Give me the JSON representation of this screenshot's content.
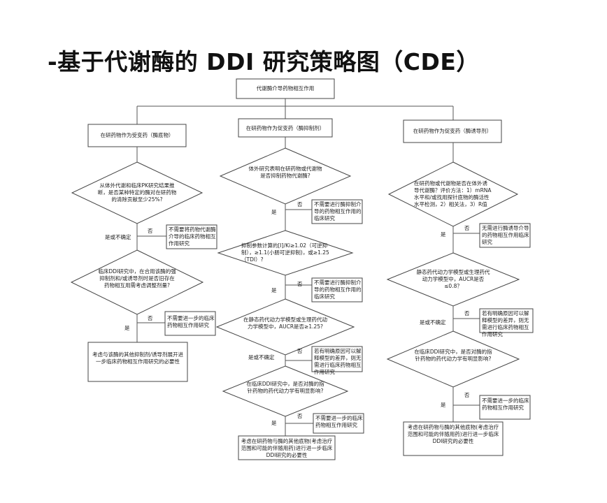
{
  "title": "-基于代谢酶的 DDI 研究策略图（CDE）",
  "top": "代谢酶介导药物相互作用",
  "left": {
    "header": "在研药物作为受变药（酶底物）",
    "q1": "从体外代谢和临床PK研究结果推断，是否某种特定的酶对在研药物的清除贡献至少25%?",
    "q1_no": "否",
    "q1_box": "不需要将药物代谢酶介导的临床药物相互作用研究",
    "q1_yes": "是或不确定",
    "q2": "临床DDI研究中，在合用该酶的强抑制剂和/或诱导剂时是否旧存在药物相互用需考虑调整剂量?",
    "q2_no": "否",
    "q2_box": "不需要进一步的临床药物相互作用研究",
    "q2_yes": "是",
    "final": "考虑与该酶的其他抑制剂/诱导剂展开进一步临床药物相互作用研究的必要性"
  },
  "center": {
    "header": "在研药物作为促变药（酶抑制剂）",
    "q1": "体外研究表明在研药物或代谢物是否抑制药物代谢酶?",
    "q1_no": "否",
    "q1_box": "不需要进行酶抑制介导的药物相互作用的临床研究",
    "q1_yes": "是",
    "q2": "抑制参数计算的[I]/Ki≥1.02（可逆抑制），≥1.1(小肠可逆抑制)，或≥1.25（TDI）?",
    "q2_no": "否",
    "q2_box": "不需要进行酶抑制介导的药物相互作用的临床研究",
    "q2_yes": "是",
    "q3": "在静态药代动力学模型或生理药代动力学模型中，AUCR是否≥1.25?",
    "q3_no": "否",
    "q3_box": "若有明确原因可以解释模型的差异，则无需进行临床药物相互作用研究",
    "q3_yes": "是或不确定",
    "q4": "在临床DDI研究中，是否对酶的指针药物的药代动力学有明显影响?",
    "q4_no": "否",
    "q4_box": "不需要进一步的临床药物相互作用研究",
    "q4_yes": "是",
    "final": "考虑在研药物与酶的其他底物(考虑治疗范围和可能的伴随用药)进行进一步临床DDI研究的必要性"
  },
  "right": {
    "header": "在研药物作为促变药（酶诱导剂）",
    "q1": "在研药物或代谢物是否在体外诱导代谢酶？评价方法：1）mRNA水平和/或找用探针底物的酶活性水平检测，2）相关法，3）R值",
    "q1_no": "否",
    "q1_box": "无需进行酶诱导介导的药物相互作用临床研究",
    "q1_yes": "是",
    "q2": "静态药代动力学模型或生理药代动力学模型中，AUCR是否≤0.8？",
    "q2_no": "否",
    "q2_box": "若有明确原因可以解释模型的差异，则无需进行临床药物相互作用研究",
    "q2_yes": "是或不确定",
    "q3": "在临床DDI研究中，是否对酶的指针药物的药代动力学有明显影响?",
    "q3_no": "否",
    "q3_box": "不需要进一步的临床药物相互作用研究",
    "q3_yes": "是",
    "final": "考虑在研药物与酶的其他底物(考虑治疗范围和可能的伴随用药)进行进一步临床DDI研究的必要性"
  }
}
